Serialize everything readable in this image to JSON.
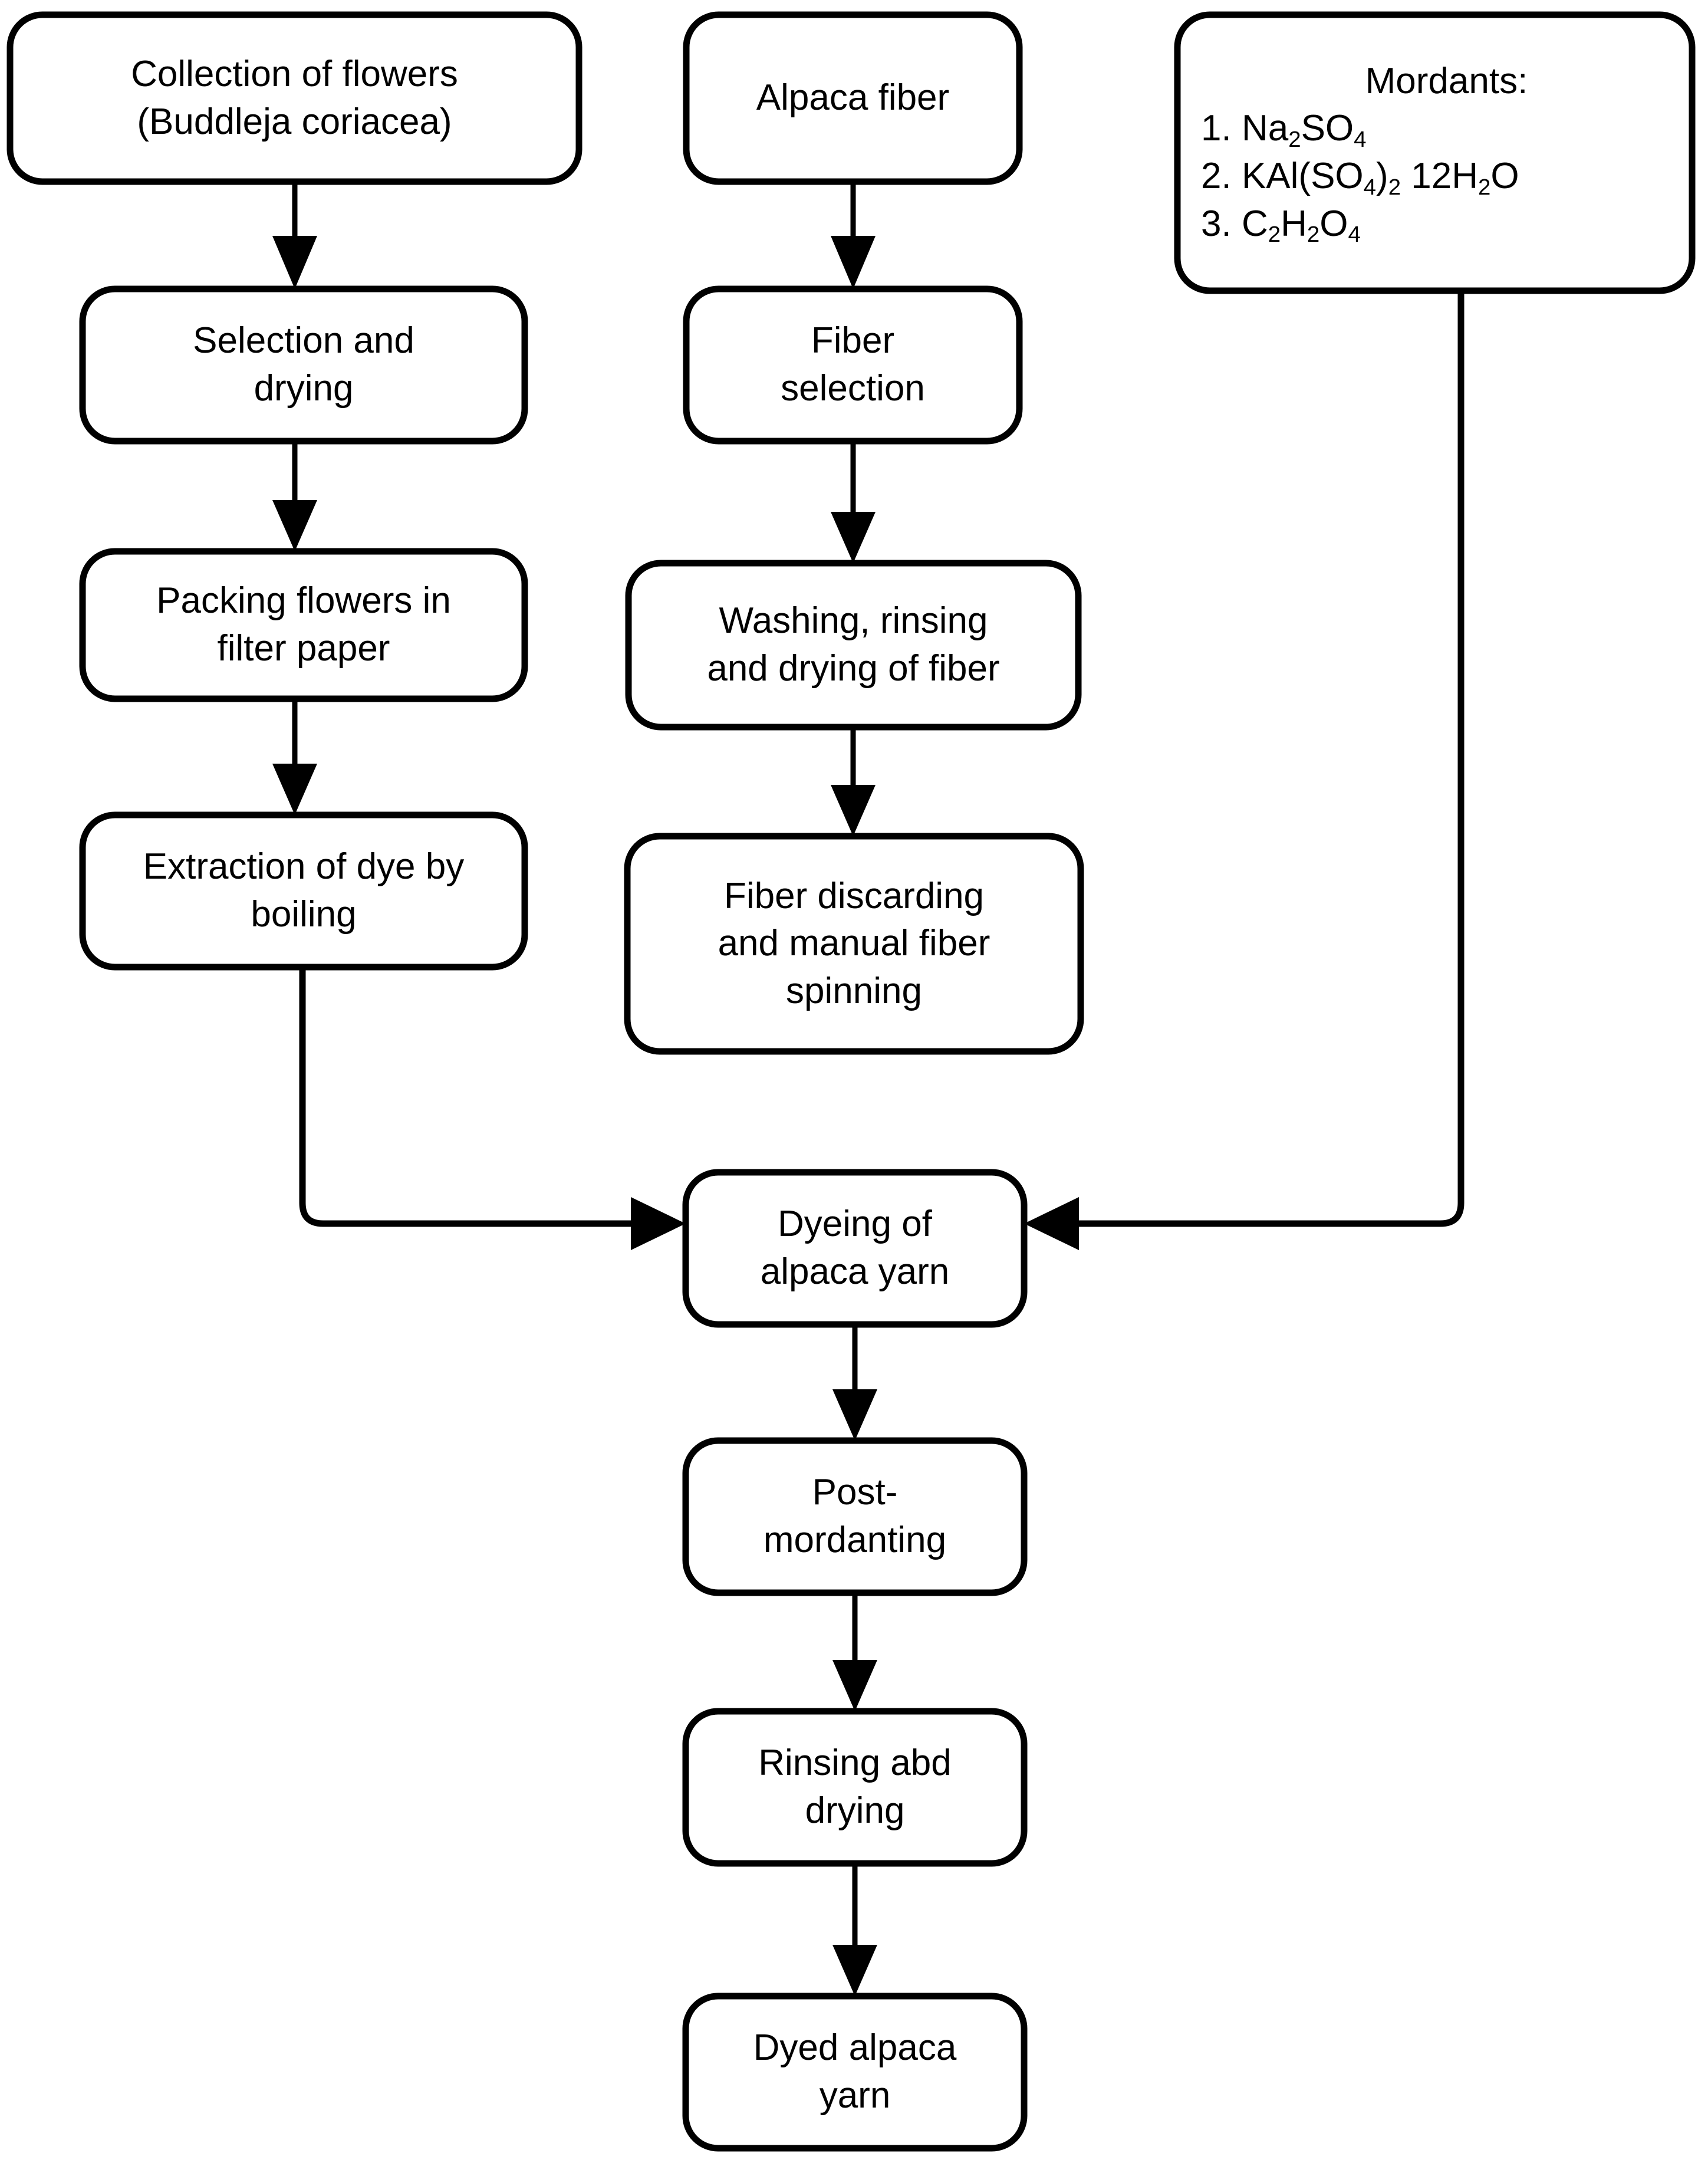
{
  "diagram": {
    "title": "Natural dyeing process flowchart for alpaca yarn",
    "background_color": "#ffffff",
    "line_color": "#000000",
    "text_color": "#000000"
  },
  "nodes": {
    "collection_of_flowers": {
      "line1": "Collection of flowers",
      "line2": "(Buddleja coriacea)"
    },
    "selection_and_drying": {
      "line1": "Selection and",
      "line2": "drying"
    },
    "packing_flowers": {
      "line1": "Packing flowers in",
      "line2": "filter paper"
    },
    "extraction_of_dye": {
      "line1": "Extraction of dye by",
      "line2": "boiling"
    },
    "alpaca_fiber": {
      "line1": "Alpaca fiber"
    },
    "fiber_selection": {
      "line1": "Fiber",
      "line2": "selection"
    },
    "washing_rinsing_drying": {
      "line1": "Washing, rinsing",
      "line2": "and drying of fiber"
    },
    "fiber_discarding": {
      "line1": "Fiber discarding",
      "line2": "and manual fiber",
      "line3": "spinning"
    },
    "mordants": {
      "title": "Mordants:",
      "item1_number": "1.",
      "item1_formula_parts": [
        "Na",
        "2",
        "SO",
        "4"
      ],
      "item1_plain": "1. Na2SO4",
      "item2_number": "2.",
      "item2_plain": "2. KAl(SO4)2 12H2O",
      "item3_number": "3.",
      "item3_plain": "3. C2H2O4"
    },
    "dyeing_of_alpaca_yarn": {
      "line1": "Dyeing of",
      "line2": "alpaca yarn"
    },
    "post_mordanting": {
      "line1": "Post-",
      "line2": "mordanting"
    },
    "rinsing_and_drying": {
      "line1": "Rinsing abd",
      "line2": "drying"
    },
    "dyed_alpaca_yarn": {
      "line1": "Dyed alpaca",
      "line2": "yarn"
    }
  }
}
